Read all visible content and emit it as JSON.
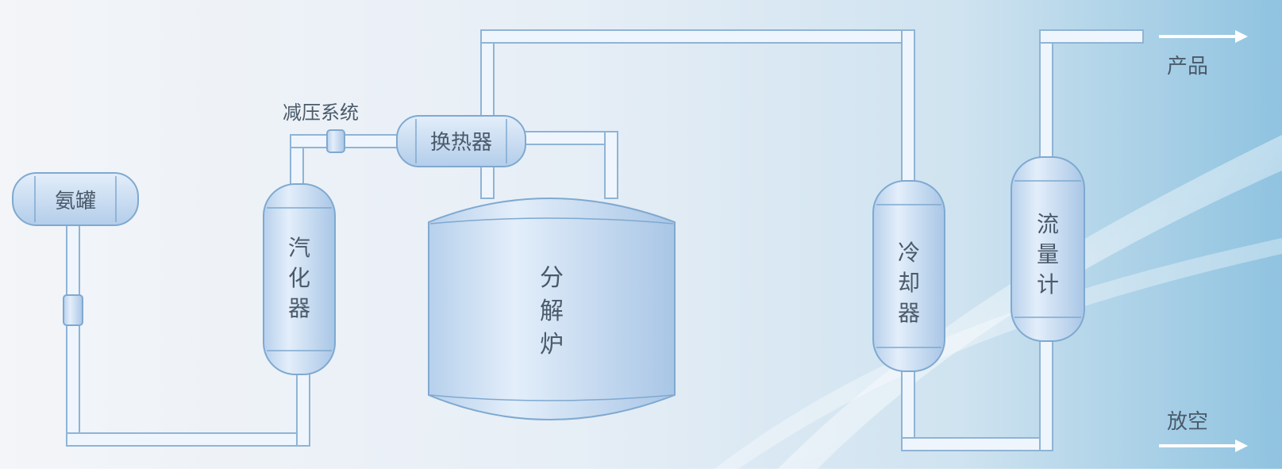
{
  "diagram": {
    "components": {
      "ammonia_tank": "氨罐",
      "vaporizer": [
        "汽",
        "化",
        "器"
      ],
      "pressure_system": "减压系统",
      "heat_exchanger": "换热器",
      "cracker": [
        "分",
        "解",
        "炉"
      ],
      "cooler": [
        "冷",
        "却",
        "器"
      ],
      "flowmeter": [
        "流",
        "量",
        "计"
      ]
    },
    "outputs": {
      "product": "产品",
      "vent": "放空"
    }
  },
  "colors": {
    "pipe_fill": "#eef5fc",
    "pipe_stroke": "#8fb4d6",
    "vessel_fill": "#cfe2f6",
    "vessel_stroke": "#7fa9d0",
    "label_text": "#4a5a6a",
    "arrow": "#ffffff"
  }
}
